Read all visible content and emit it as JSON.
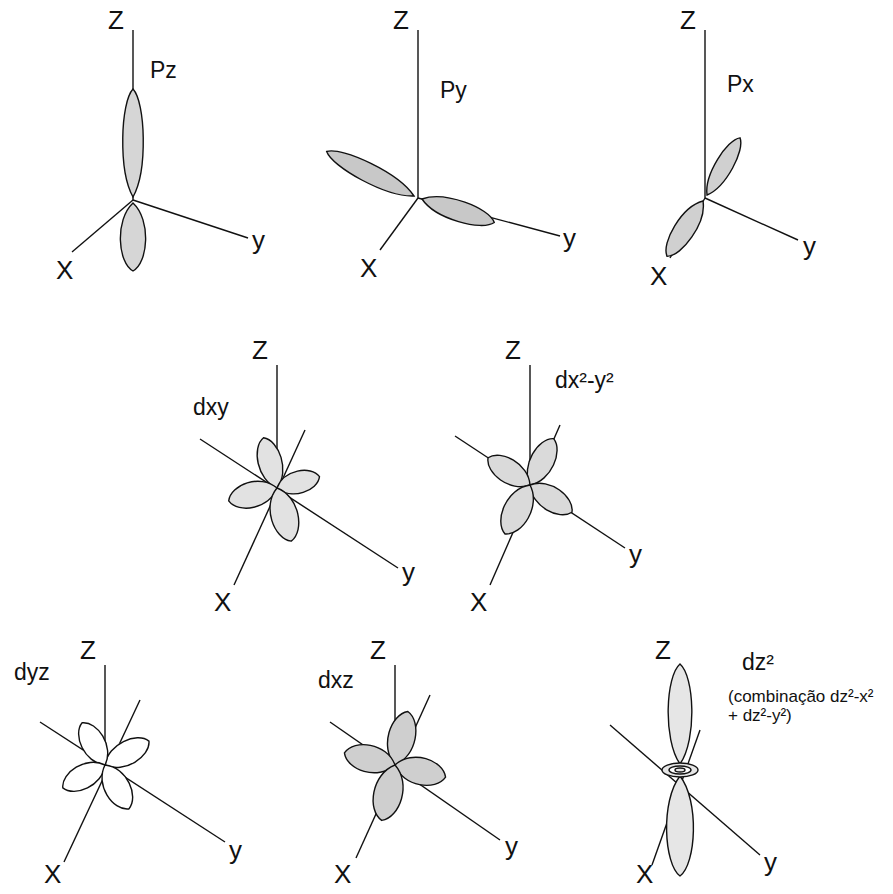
{
  "diagram": {
    "labels": [
      "Z",
      "Pz",
      "X",
      "y",
      "Z",
      "Py",
      "X",
      "y",
      "Z",
      "Px",
      "X",
      "y",
      "Z",
      "dxy",
      "X",
      "y",
      "Z",
      "dx²-y²",
      "X",
      "y",
      "Z",
      "dyz",
      "X",
      "y",
      "Z",
      "dxz",
      "X",
      "y",
      "Z",
      "dz²",
      "(combinação dz²-x² + dz²-y²)",
      "X",
      "y"
    ]
  }
}
